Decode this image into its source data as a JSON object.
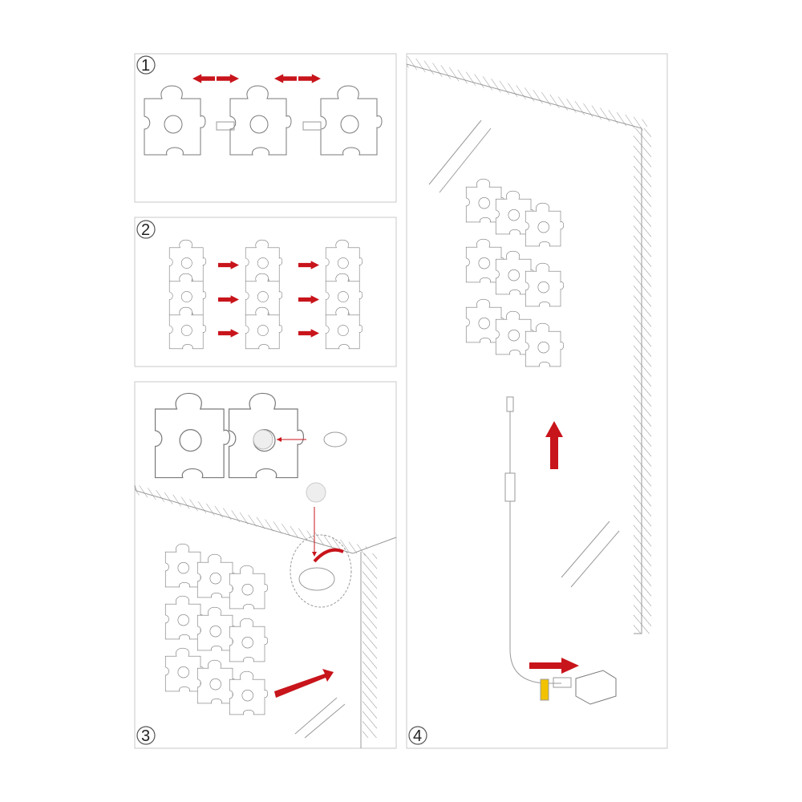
{
  "steps": [
    {
      "number": "1"
    },
    {
      "number": "2"
    },
    {
      "number": "3"
    },
    {
      "number": "4"
    }
  ],
  "colors": {
    "arrow": "#c8141b",
    "outline": "#7a7a7a",
    "panel_border": "#c8c8c8",
    "label": "#f2c200"
  }
}
